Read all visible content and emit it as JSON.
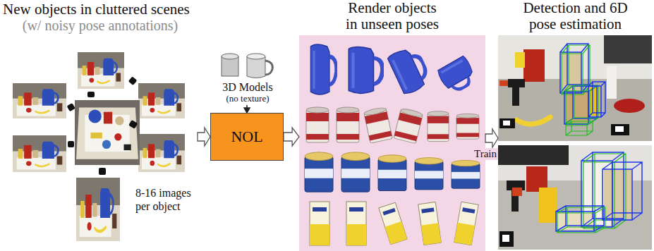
{
  "diagram": {
    "nodes": [
      {
        "text": [
          "New objects in cluttered scenes",
          "(w/ noisy pose annotations)",
          "8-16 images per object"
        ]
      },
      {
        "text": [
          "3D Models",
          "(no texture)"
        ]
      },
      {
        "text": [
          "NOL"
        ]
      },
      {
        "text": [
          "Render objects in unseen poses"
        ]
      },
      {
        "text": [
          "Detection and 6D pose estimation"
        ]
      }
    ],
    "edges": [
      {
        "from": 0,
        "to": 2,
        "arrow": "to"
      },
      {
        "from": 1,
        "to": 2,
        "arrow": "to"
      },
      {
        "from": 2,
        "to": 3,
        "arrow": "to"
      },
      {
        "from": 3,
        "to": 4,
        "label": "Train",
        "arrow": "to"
      }
    ]
  }
}
